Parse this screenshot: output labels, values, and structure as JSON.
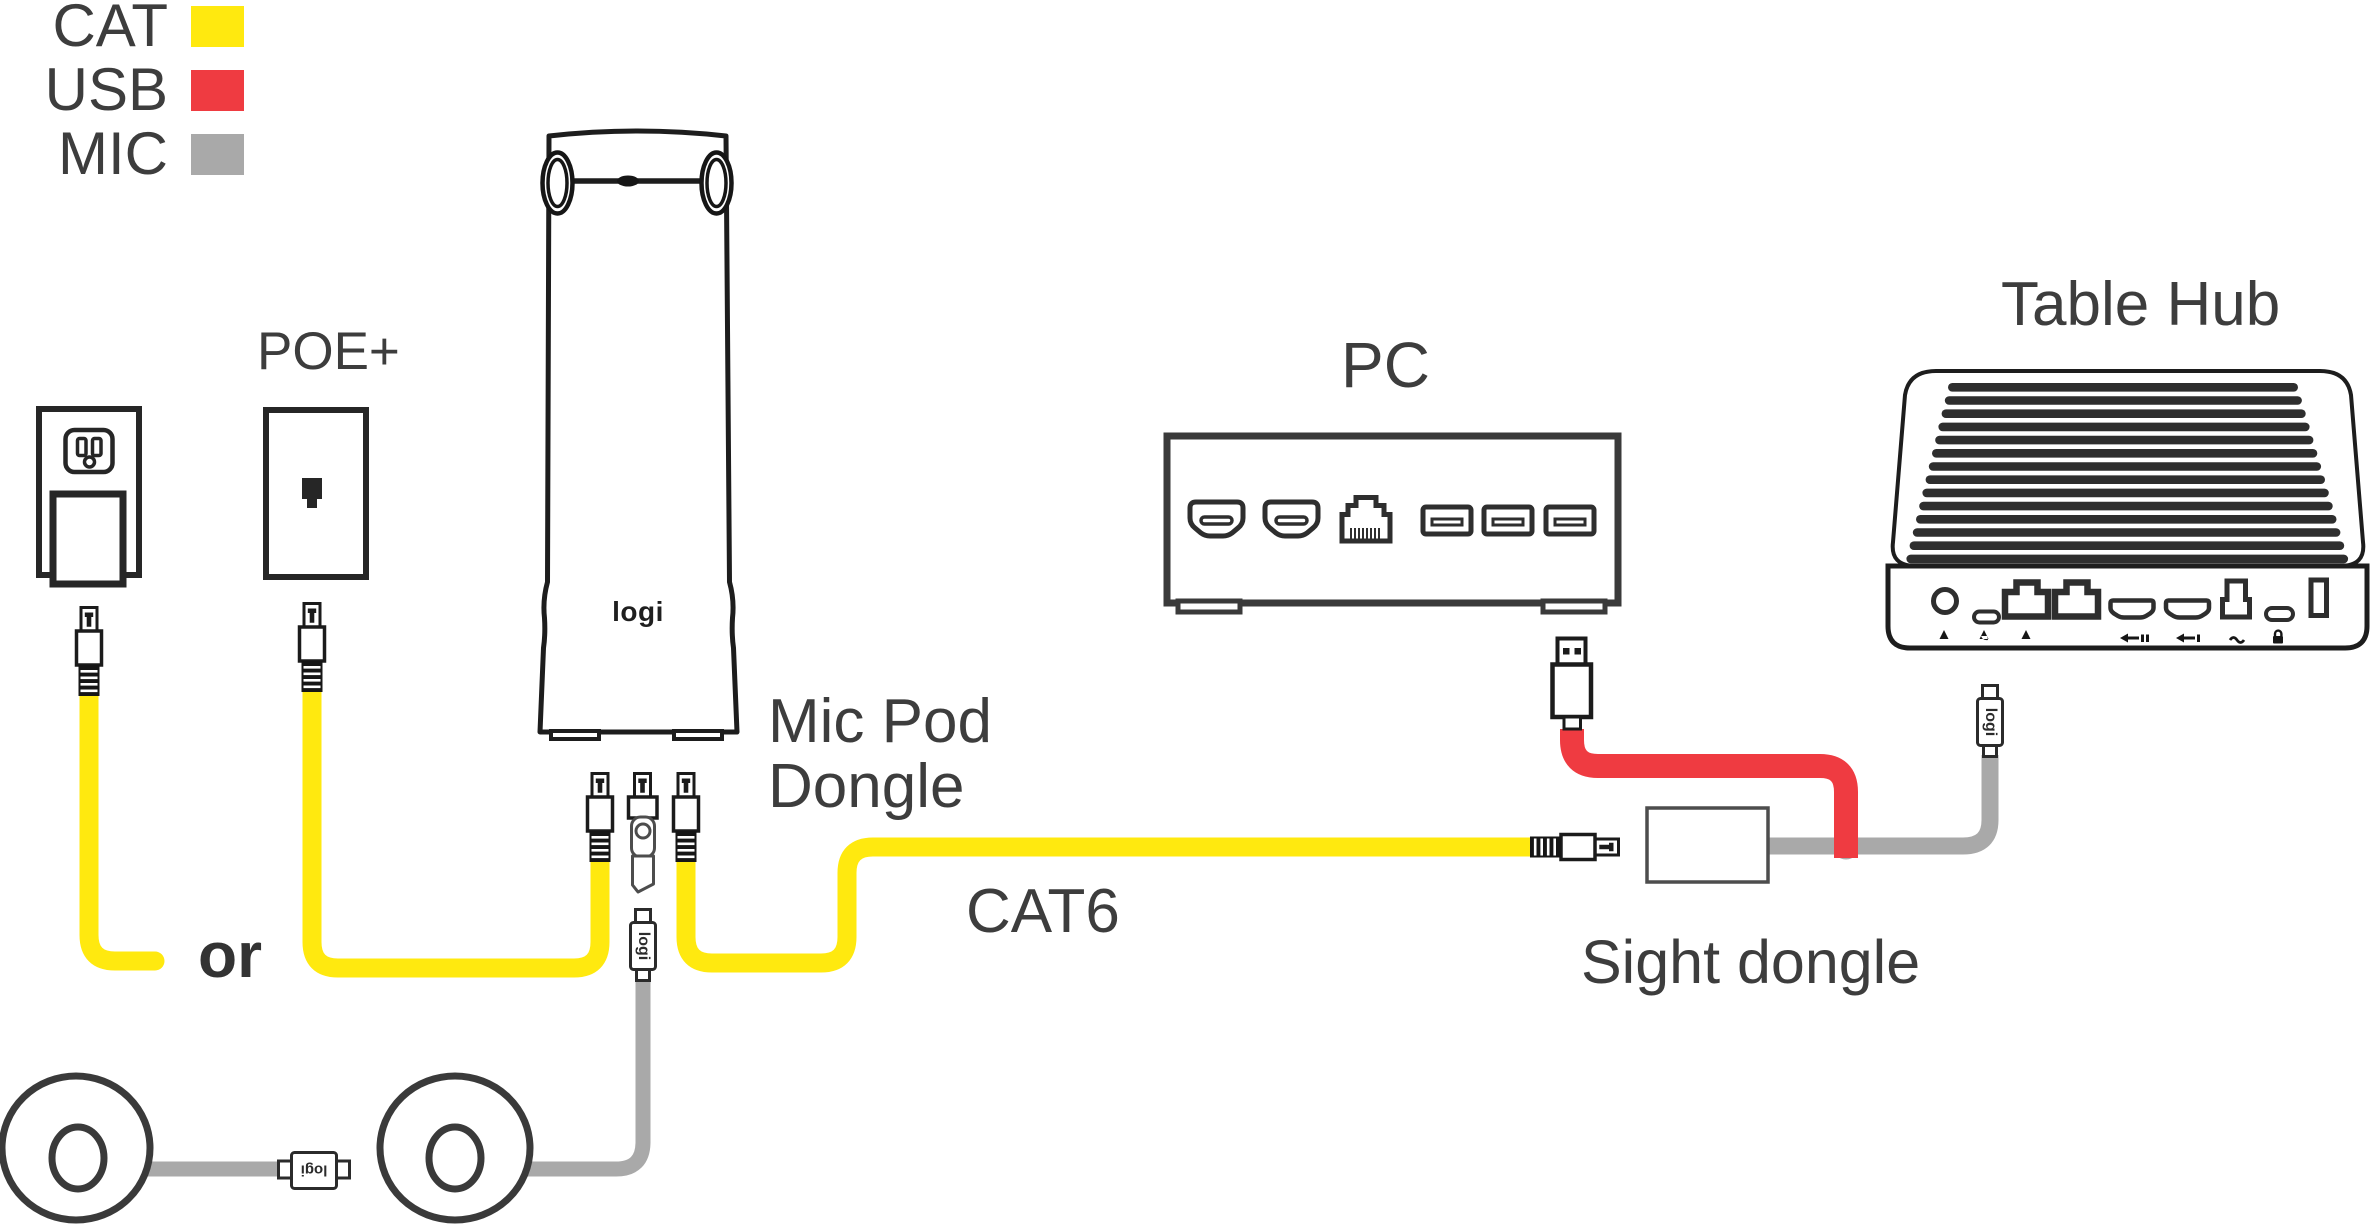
{
  "legend": {
    "items": [
      {
        "label": "CAT",
        "color": "#FFE90F"
      },
      {
        "label": "USB",
        "color": "#EF3B41"
      },
      {
        "label": "MIC",
        "color": "#A9A9A9"
      }
    ]
  },
  "labels": {
    "poe": "POE+",
    "or": "or",
    "mic_pod_dongle_line1": "Mic Pod",
    "mic_pod_dongle_line2": "Dongle",
    "cat6": "CAT6",
    "pc": "PC",
    "table_hub": "Table Hub",
    "sight_dongle": "Sight dongle"
  },
  "brand": {
    "logi": "logi"
  },
  "colors": {
    "cat_cable": "#FFE90F",
    "usb_cable": "#EF3B41",
    "mic_cable": "#A9A9A9",
    "outline": "#1d1d1d",
    "text": "#3d3d3d"
  }
}
